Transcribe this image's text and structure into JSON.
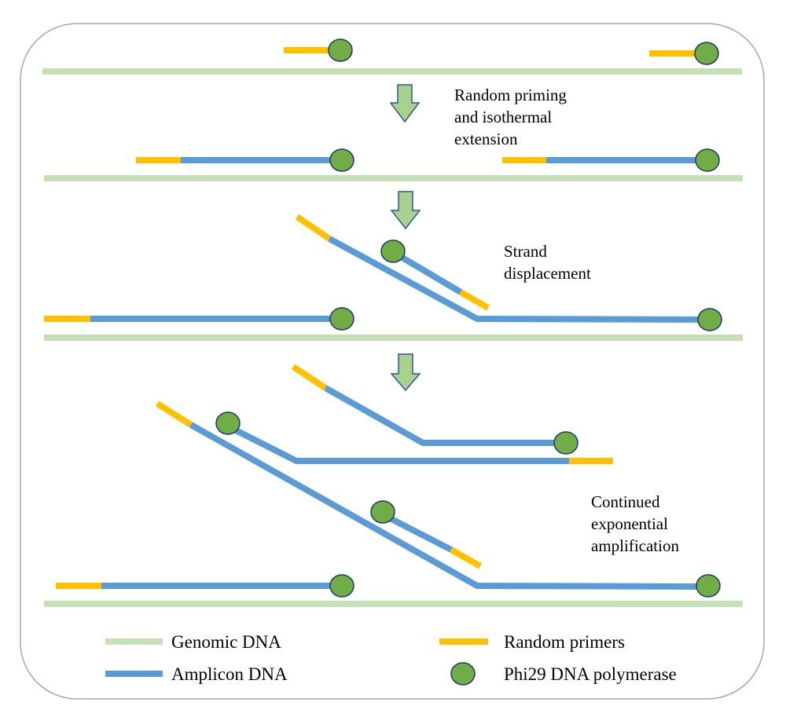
{
  "colors": {
    "genomic": "#C5E0B4",
    "amplicon": "#5B9BD5",
    "primer": "#FFC000",
    "polymerase": "#70AD47",
    "polymerase_outline": "#1F3864",
    "arrow_fill": "#A9D18E",
    "arrow_outline": "#2F5597",
    "frame": "#A6A6A6"
  },
  "steps": [
    {
      "lines": [
        "Random priming",
        "and isothermal",
        "extension"
      ]
    },
    {
      "lines": [
        "Strand",
        "displacement"
      ]
    },
    {
      "lines": [
        "Continued",
        "exponential",
        "amplification"
      ]
    }
  ],
  "legend": {
    "items": [
      {
        "key": "genomic",
        "label": "Genomic DNA"
      },
      {
        "key": "primer",
        "label": "Random primers"
      },
      {
        "key": "amplicon",
        "label": "Amplicon DNA"
      },
      {
        "key": "polymerase",
        "label": "Phi29 DNA polymerase"
      }
    ]
  }
}
